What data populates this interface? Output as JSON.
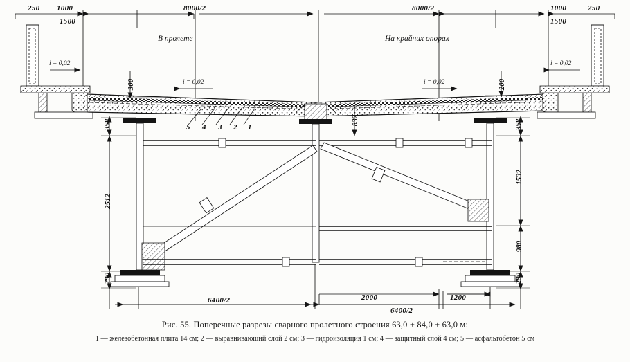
{
  "figure": {
    "caption_main": "Рис. 55. Поперечные разрезы сварного пролетного строения 63,0 + 84,0 + 63,0 м:",
    "caption_sub": "1 — железобетонная плита 14 см; 2 — выравнивающий слой 2 см; 3 — гидроизоляция 1 см; 4 — защитный слой 4 см; 5 — асфальтобетон 5 см"
  },
  "section_labels": {
    "left": "В пролете",
    "right": "На крайних опорах"
  },
  "slopes": {
    "left_outer": "i = 0,02",
    "left_inner": "i = 0,02",
    "right_inner": "i = 0,02",
    "right_outer": "i = 0,02"
  },
  "top_dimensions": {
    "left_250": "250",
    "left_1000": "1000",
    "left_1500": "1500",
    "left_half": "8000/2",
    "right_half": "8000/2",
    "right_1000": "1000",
    "right_1500": "1500",
    "right_250": "250"
  },
  "left_vertical_dimensions": {
    "d358": "358",
    "d2512": "2512",
    "d290": "290"
  },
  "right_vertical_dimensions": {
    "d358": "358",
    "d1532": "1532",
    "d980": "980",
    "d290": "290"
  },
  "deck_dimensions": {
    "left_300": "300",
    "right_200": "200",
    "middle_832": "832"
  },
  "bottom_dimensions": {
    "left_half": "6400/2",
    "right_half": "6400/2",
    "d2000": "2000",
    "d1200": "1200"
  },
  "layer_callouts": [
    "5",
    "4",
    "3",
    "2",
    "1"
  ],
  "colors": {
    "ink": "#141414",
    "paper": "#fcfcfa",
    "hatch": "#2a2a2a"
  }
}
